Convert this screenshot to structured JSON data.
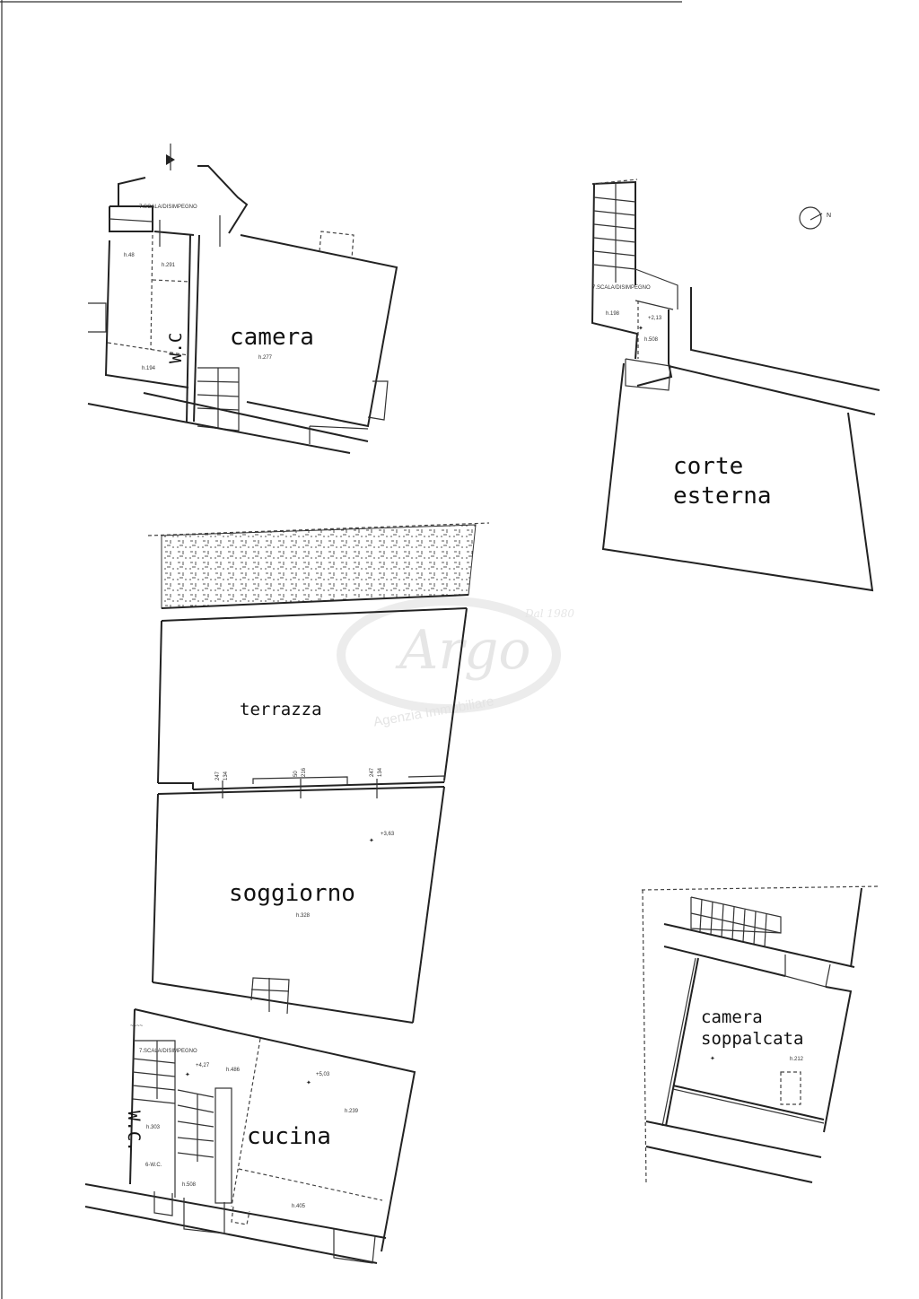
{
  "rooms": {
    "camera": "camera",
    "wc_top": "W.C",
    "corte": "corte",
    "esterna": "esterna",
    "terrazza": "terrazza",
    "soggiorno": "soggiorno",
    "cucina": "cucina",
    "wc_bottom": "W.C.",
    "camera_sopp_1": "camera",
    "camera_sopp_2": "soppalcata"
  },
  "annotations": {
    "scala_top_left": "7.SCALA/DISIMPEGNO",
    "scala_top_right": "7.SCALA/DISIMPEGNO",
    "scala_bottom": "7.SCALA/DISIMPEGNO",
    "h48": "h.48",
    "h291": "h.291",
    "h194": "h.194",
    "h277": "h.277",
    "h198": "h.198",
    "level_213": "+2,13",
    "h508_top": "h.508",
    "level_363": "+3,63",
    "h328": "h.328",
    "level_427": "+4,27",
    "h486": "h.486",
    "level_503": "+5,03",
    "h239": "h.239",
    "h303": "h.303",
    "wc_small": "6-W.C.",
    "h508_bottom": "h.508",
    "h405": "h.405",
    "h212": "h.212",
    "north": "N"
  },
  "dimensions": {
    "d1_a": "247",
    "d1_b": "134",
    "d2_a": "50",
    "d2_b": "216",
    "d3_a": "247",
    "d3_b": "134"
  },
  "watermark": {
    "logo": "Argo",
    "since": "Dal 1980",
    "tagline": "Agenzia Immobiliare"
  }
}
